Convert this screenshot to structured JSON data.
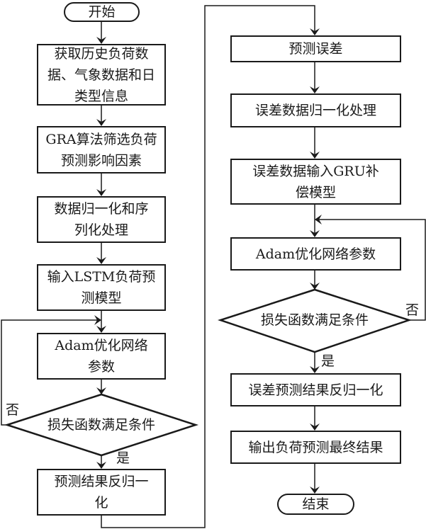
{
  "flowchart": {
    "left_column": {
      "start": "开始",
      "steps": [
        "获取历史负荷数据、气象数据和日类型信息",
        "GRA算法筛选负荷预测影响因素",
        "数据归一化和序列化处理",
        "输入LSTM负荷预测模型",
        "Adam优化网络参数"
      ],
      "decision": "损失函数满足条件",
      "decision_no": "否",
      "decision_yes": "是",
      "after_decision": "预测结果反归一化"
    },
    "right_column": {
      "steps": [
        "预测误差",
        "误差数据归一化处理",
        "误差数据输入GRU补偿模型",
        "Adam优化网络参数"
      ],
      "decision": "损失函数满足条件",
      "decision_no": "否",
      "decision_yes": "是",
      "after_decision": [
        "误差预测结果反归一化",
        "输出负荷预测最终结果"
      ],
      "end": "结束"
    }
  }
}
